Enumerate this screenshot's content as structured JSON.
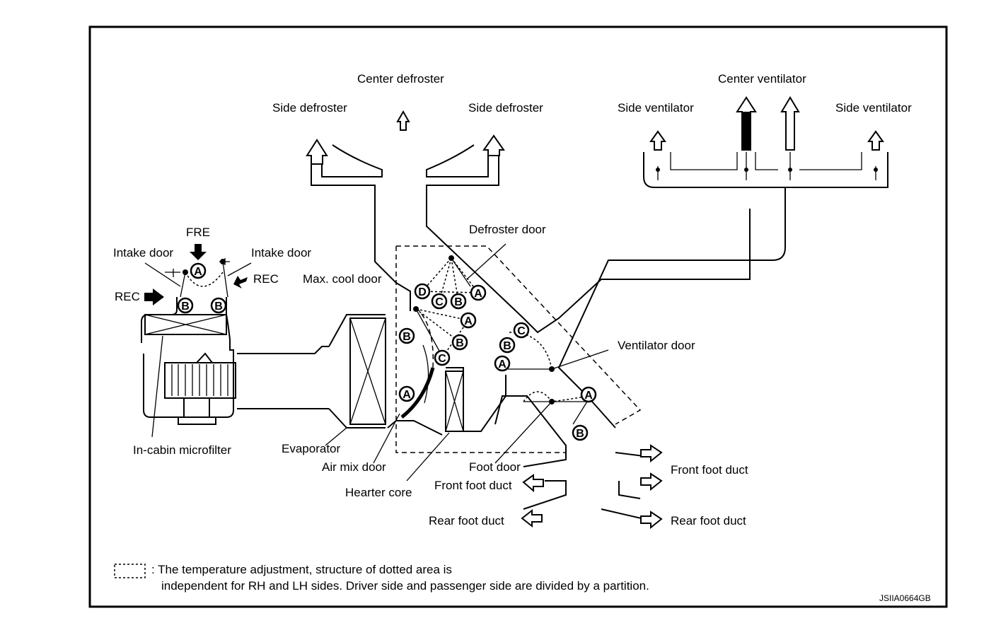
{
  "labels": {
    "center_defroster": "Center defroster",
    "side_defroster_left": "Side defroster",
    "side_defroster_right": "Side defroster",
    "center_ventilator": "Center ventilator",
    "side_ventilator_left": "Side ventilator",
    "side_ventilator_right": "Side ventilator",
    "fre": "FRE",
    "intake_door_left": "Intake door",
    "intake_door_right": "Intake door",
    "rec_left": "REC",
    "rec_right": "REC",
    "defroster_door": "Defroster door",
    "max_cool_door": "Max. cool door",
    "ventilator_door": "Ventilator door",
    "in_cabin_microfilter": "In-cabin microfilter",
    "evaporator": "Evaporator",
    "air_mix_door": "Air mix door",
    "heater_core": "Hearter core",
    "foot_door": "Foot door",
    "front_foot_duct_left": "Front foot duct",
    "front_foot_duct_right": "Front foot duct",
    "rear_foot_duct_left": "Rear foot duct",
    "rear_foot_duct_right": "Rear foot duct"
  },
  "legend": {
    "line1": ": The temperature adjustment, structure of dotted area is",
    "line2": "independent for RH and LH sides. Driver side and passenger side are divided by a partition."
  },
  "figure_id": "JSIIA0664GB",
  "door_positions": [
    "A",
    "B",
    "B",
    "D",
    "C",
    "B",
    "A",
    "A",
    "B",
    "C",
    "B",
    "A",
    "C",
    "B",
    "A",
    "A",
    "B"
  ]
}
